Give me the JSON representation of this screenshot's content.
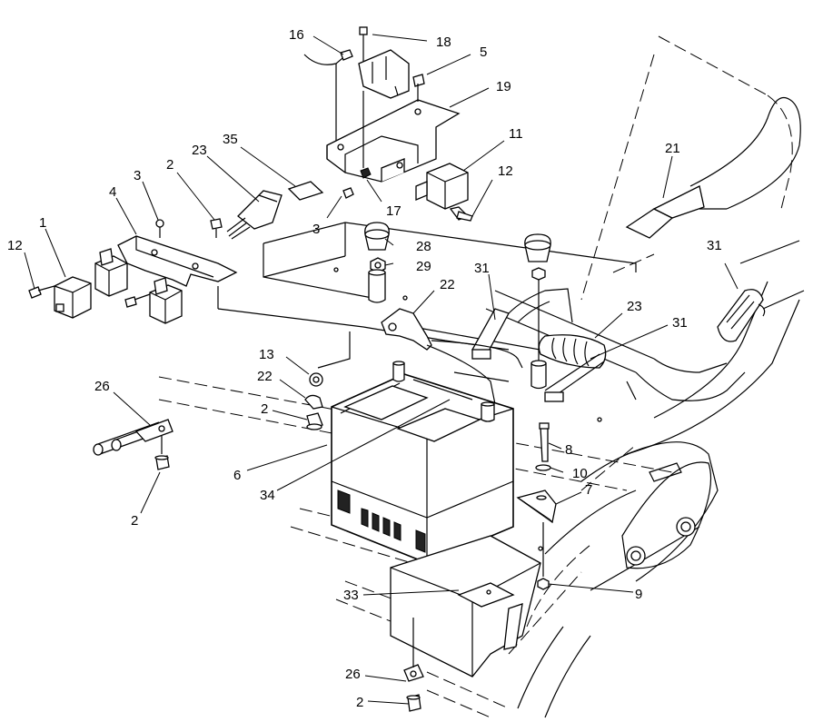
{
  "callouts": [
    {
      "id": "c16",
      "label": "16"
    },
    {
      "id": "c18",
      "label": "18"
    },
    {
      "id": "c5",
      "label": "5"
    },
    {
      "id": "c19",
      "label": "19"
    },
    {
      "id": "c11",
      "label": "11"
    },
    {
      "id": "c12a",
      "label": "12"
    },
    {
      "id": "c21",
      "label": "21"
    },
    {
      "id": "c35",
      "label": "35"
    },
    {
      "id": "c23a",
      "label": "23"
    },
    {
      "id": "c2a",
      "label": "2"
    },
    {
      "id": "c3a",
      "label": "3"
    },
    {
      "id": "c4",
      "label": "4"
    },
    {
      "id": "c1",
      "label": "1"
    },
    {
      "id": "c12b",
      "label": "12"
    },
    {
      "id": "c3b",
      "label": "3"
    },
    {
      "id": "c17",
      "label": "17"
    },
    {
      "id": "c28",
      "label": "28"
    },
    {
      "id": "c29",
      "label": "29"
    },
    {
      "id": "c31a",
      "label": "31"
    },
    {
      "id": "c22a",
      "label": "22"
    },
    {
      "id": "c31b",
      "label": "31"
    },
    {
      "id": "c23b",
      "label": "23"
    },
    {
      "id": "c31c",
      "label": "31"
    },
    {
      "id": "c13",
      "label": "13"
    },
    {
      "id": "c22b",
      "label": "22"
    },
    {
      "id": "c26a",
      "label": "26"
    },
    {
      "id": "c2b",
      "label": "2"
    },
    {
      "id": "c8",
      "label": "8"
    },
    {
      "id": "c10",
      "label": "10"
    },
    {
      "id": "c7",
      "label": "7"
    },
    {
      "id": "c6",
      "label": "6"
    },
    {
      "id": "c34",
      "label": "34"
    },
    {
      "id": "c2c",
      "label": "2"
    },
    {
      "id": "c33",
      "label": "33"
    },
    {
      "id": "c9",
      "label": "9"
    },
    {
      "id": "c26b",
      "label": "26"
    },
    {
      "id": "c2d",
      "label": "2"
    }
  ]
}
